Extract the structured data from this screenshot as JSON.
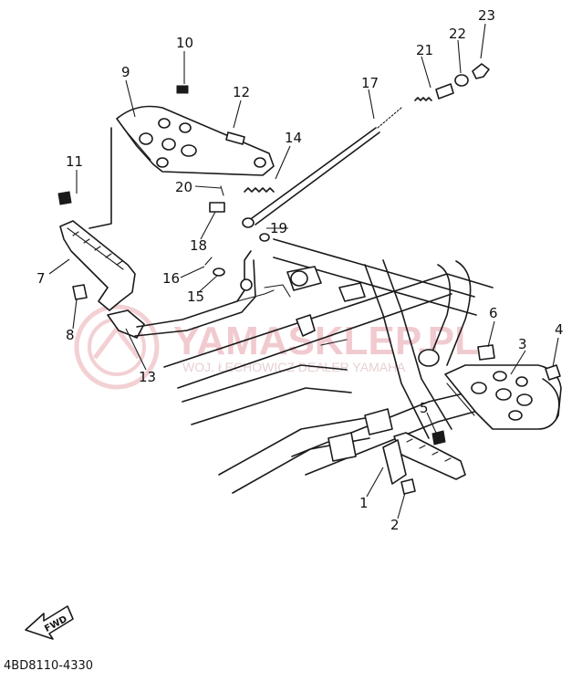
{
  "diagram": {
    "part_code": "4BD8110-4330",
    "fwd_label": "FWD",
    "watermark": {
      "brand": "YAMASKLEP.PL",
      "subtitle": "WOJ. ŁECHOWICZ DEALER YAMAHA"
    },
    "callouts": [
      {
        "id": "c1",
        "label": "1"
      },
      {
        "id": "c2",
        "label": "2"
      },
      {
        "id": "c3",
        "label": "3"
      },
      {
        "id": "c4",
        "label": "4"
      },
      {
        "id": "c5",
        "label": "5"
      },
      {
        "id": "c6",
        "label": "6"
      },
      {
        "id": "c7",
        "label": "7"
      },
      {
        "id": "c8",
        "label": "8"
      },
      {
        "id": "c9",
        "label": "9"
      },
      {
        "id": "c10",
        "label": "10"
      },
      {
        "id": "c11",
        "label": "11"
      },
      {
        "id": "c12",
        "label": "12"
      },
      {
        "id": "c13",
        "label": "13"
      },
      {
        "id": "c14",
        "label": "14"
      },
      {
        "id": "c15",
        "label": "15"
      },
      {
        "id": "c16",
        "label": "16"
      },
      {
        "id": "c17",
        "label": "17"
      },
      {
        "id": "c18",
        "label": "18"
      },
      {
        "id": "c19",
        "label": "19"
      },
      {
        "id": "c20",
        "label": "20"
      },
      {
        "id": "c21",
        "label": "21"
      },
      {
        "id": "c22",
        "label": "22"
      },
      {
        "id": "c23",
        "label": "23"
      }
    ]
  }
}
